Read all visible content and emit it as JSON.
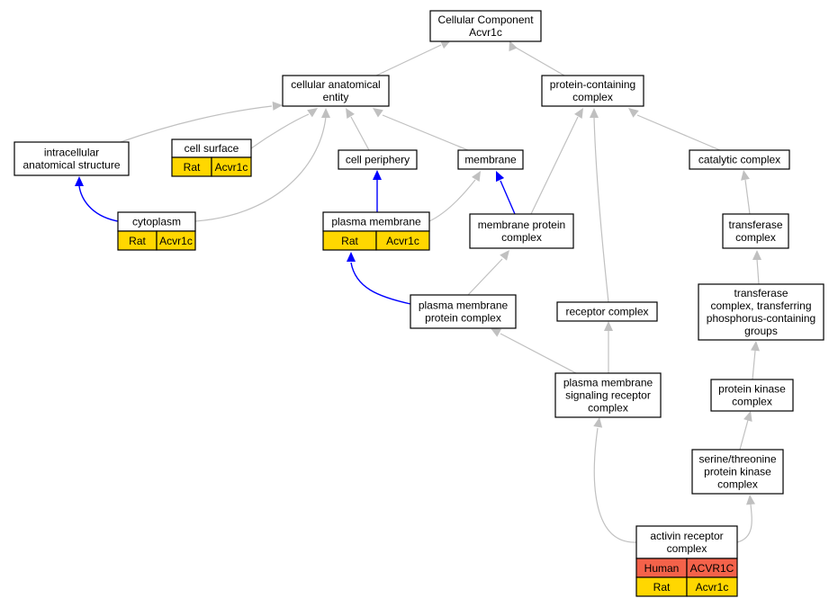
{
  "colors": {
    "rat": "#ffd700",
    "human": "#f4624a",
    "edge_is_a": "#c0c0c0",
    "edge_part_of": "#0000ff"
  },
  "nodes": [
    {
      "id": "cc",
      "lines": [
        "Cellular Component",
        "Acvr1c"
      ]
    },
    {
      "id": "cae",
      "lines": [
        "cellular anatomical",
        "entity"
      ]
    },
    {
      "id": "pcc",
      "lines": [
        "protein-containing",
        "complex"
      ]
    },
    {
      "id": "ias",
      "lines": [
        "intracellular",
        "anatomical structure"
      ]
    },
    {
      "id": "cs",
      "lines": [
        "cell surface"
      ],
      "annotations": [
        {
          "species": "Rat",
          "gene": "Acvr1c"
        }
      ]
    },
    {
      "id": "cp",
      "lines": [
        "cell periphery"
      ]
    },
    {
      "id": "mem",
      "lines": [
        "membrane"
      ]
    },
    {
      "id": "cat",
      "lines": [
        "catalytic complex"
      ]
    },
    {
      "id": "cyto",
      "lines": [
        "cytoplasm"
      ],
      "annotations": [
        {
          "species": "Rat",
          "gene": "Acvr1c"
        }
      ]
    },
    {
      "id": "pm",
      "lines": [
        "plasma membrane"
      ],
      "annotations": [
        {
          "species": "Rat",
          "gene": "Acvr1c"
        }
      ]
    },
    {
      "id": "mpc",
      "lines": [
        "membrane protein",
        "complex"
      ]
    },
    {
      "id": "tc",
      "lines": [
        "transferase",
        "complex"
      ]
    },
    {
      "id": "pmpc",
      "lines": [
        "plasma membrane",
        "protein complex"
      ]
    },
    {
      "id": "rc",
      "lines": [
        "receptor complex"
      ]
    },
    {
      "id": "tctp",
      "lines": [
        "transferase",
        "complex, transferring",
        "phosphorus-containing",
        "groups"
      ]
    },
    {
      "id": "pmsrc",
      "lines": [
        "plasma membrane",
        "signaling receptor",
        "complex"
      ]
    },
    {
      "id": "pkc",
      "lines": [
        "protein kinase",
        "complex"
      ]
    },
    {
      "id": "stpkc",
      "lines": [
        "serine/threonine",
        "protein kinase",
        "complex"
      ]
    },
    {
      "id": "arc",
      "lines": [
        "activin receptor",
        "complex"
      ],
      "annotations": [
        {
          "species": "Human",
          "gene": "ACVR1C"
        },
        {
          "species": "Rat",
          "gene": "Acvr1c"
        }
      ]
    }
  ],
  "edges": [
    {
      "from": "cae",
      "to": "cc",
      "type": "is_a"
    },
    {
      "from": "pcc",
      "to": "cc",
      "type": "is_a"
    },
    {
      "from": "ias",
      "to": "cae",
      "type": "is_a"
    },
    {
      "from": "cs",
      "to": "cae",
      "type": "is_a"
    },
    {
      "from": "cp",
      "to": "cae",
      "type": "is_a"
    },
    {
      "from": "mem",
      "to": "cae",
      "type": "is_a"
    },
    {
      "from": "cyto",
      "to": "cae",
      "type": "is_a"
    },
    {
      "from": "cyto",
      "to": "ias",
      "type": "part_of"
    },
    {
      "from": "pm",
      "to": "cp",
      "type": "part_of"
    },
    {
      "from": "pm",
      "to": "mem",
      "type": "is_a"
    },
    {
      "from": "mpc",
      "to": "mem",
      "type": "part_of"
    },
    {
      "from": "mpc",
      "to": "pcc",
      "type": "is_a"
    },
    {
      "from": "cat",
      "to": "pcc",
      "type": "is_a"
    },
    {
      "from": "tc",
      "to": "cat",
      "type": "is_a"
    },
    {
      "from": "pmpc",
      "to": "pm",
      "type": "part_of"
    },
    {
      "from": "pmpc",
      "to": "mpc",
      "type": "is_a"
    },
    {
      "from": "rc",
      "to": "pcc",
      "type": "is_a"
    },
    {
      "from": "tctp",
      "to": "tc",
      "type": "is_a"
    },
    {
      "from": "pmsrc",
      "to": "pmpc",
      "type": "is_a"
    },
    {
      "from": "pmsrc",
      "to": "rc",
      "type": "is_a"
    },
    {
      "from": "pkc",
      "to": "tctp",
      "type": "is_a"
    },
    {
      "from": "stpkc",
      "to": "pkc",
      "type": "is_a"
    },
    {
      "from": "arc",
      "to": "pmsrc",
      "type": "is_a"
    },
    {
      "from": "arc",
      "to": "stpkc",
      "type": "is_a"
    }
  ]
}
